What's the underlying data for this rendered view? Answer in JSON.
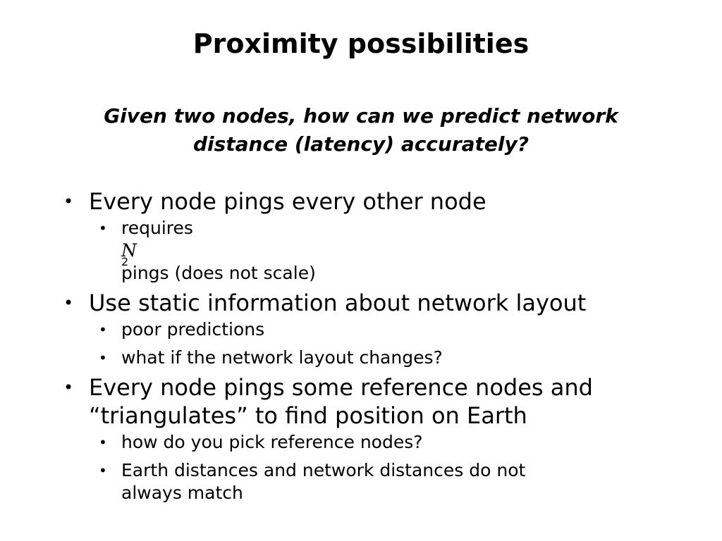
{
  "slide": {
    "title": "Proximity possibilities",
    "subtitle_lines": [
      "Given two nodes, how can we predict network",
      "distance (latency) accurately?"
    ],
    "bullet_symbol": "•",
    "bullets": [
      {
        "lines": [
          "Every node pings every other node"
        ],
        "sub": [
          {
            "prefix": "requires ",
            "math_var": "N",
            "superscript": "2",
            "suffix": " pings (does not scale)"
          }
        ]
      },
      {
        "lines": [
          "Use static information about network layout"
        ],
        "sub": [
          {
            "lines": [
              "poor predictions"
            ]
          },
          {
            "lines": [
              "what if the network layout changes?"
            ]
          }
        ]
      },
      {
        "lines": [
          "Every node pings some reference nodes and",
          "“triangulates” to find position on Earth"
        ],
        "sub": [
          {
            "lines": [
              "how do you pick reference nodes?"
            ]
          },
          {
            "lines": [
              "Earth distances and network distances do not",
              "always match"
            ]
          }
        ]
      }
    ]
  }
}
